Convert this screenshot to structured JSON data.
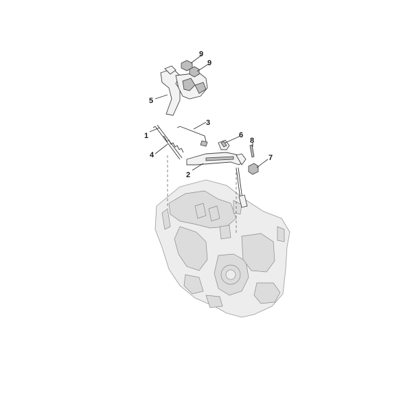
{
  "callouts": [
    {
      "id": "c9a",
      "label": "9"
    },
    {
      "id": "c9b",
      "label": "9"
    },
    {
      "id": "c5",
      "label": "5"
    },
    {
      "id": "c3",
      "label": "3"
    },
    {
      "id": "c1",
      "label": "1"
    },
    {
      "id": "c6",
      "label": "6"
    },
    {
      "id": "c8",
      "label": "8"
    },
    {
      "id": "c4",
      "label": "4"
    },
    {
      "id": "c7",
      "label": "7"
    },
    {
      "id": "c2",
      "label": "2"
    }
  ]
}
